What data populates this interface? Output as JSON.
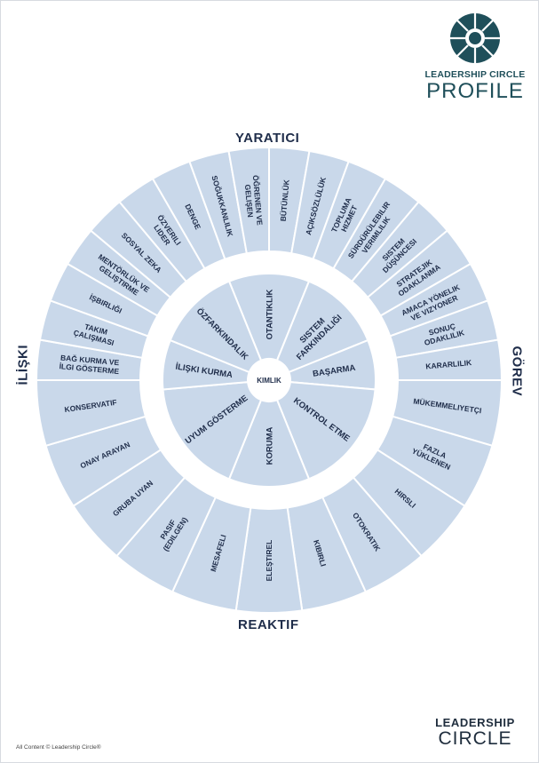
{
  "brand": {
    "top_name": "LEADERSHIP CIRCLE",
    "top_product": "PROFILE",
    "bottom_line1": "LEADERSHIP",
    "bottom_line2": "CIRCLE",
    "copyright": "All Content © Leadership Circle®"
  },
  "axes": {
    "top": "YARATICI",
    "bottom": "REAKTIF",
    "left": "İLİŞKI",
    "right": "GÖREV"
  },
  "colors": {
    "segment_fill": "#c9d8ea",
    "segment_stroke": "#ffffff",
    "label_color": "#1f2d4a",
    "logo_teal": "#1f4f5a"
  },
  "wheel": {
    "center_label": "KIMLIK",
    "outer_creative": [
      "BÜTÜNLÜK",
      "AÇIKSÖZLÜLÜK",
      "TOPLUMA HIZMET",
      "SÜRDÜRÜLEBILIR VERIMLILIK",
      "SISTEM DÜŞÜNCESI",
      "STRATEJIK ODAKLANMA",
      "AMACA YÖNELIK VE VIZYONER",
      "SONUÇ ODAKLILIK",
      "KARARLILIK",
      "BAĞ KURMA VE İLGI GÖSTERME",
      "TAKIM ÇALIŞMASI",
      "İŞBIRLIĞI",
      "MENTÖRLÜK VE GELIŞTIRME",
      "SOSYAL ZEKA",
      "ÖZVERILI LIDER",
      "DENGE",
      "SOĞUKKANLILIK",
      "ÖĞRENEN VE GELIŞEN"
    ],
    "outer_reactive": [
      "MÜKEMMELIYETÇI",
      "FAZLA YÜKLENEN",
      "HIRSLI",
      "OTOKRATIK",
      "KIBIRLI",
      "ELEŞTIREL",
      "MESAFELI",
      "PASIF (EDILGEN)",
      "GRUBA UYAN",
      "ONAY ARAYAN",
      "KONSERVATIF"
    ],
    "inner": [
      "OTANTIKLIK",
      "SISTEM FARKINDALIĞI",
      "BAŞARMA",
      "KONTROL ETME",
      "KORUMA",
      "UYUM GÖSTERME",
      "İLIŞKI KURMA",
      "ÖZFARKINDALIK"
    ]
  }
}
